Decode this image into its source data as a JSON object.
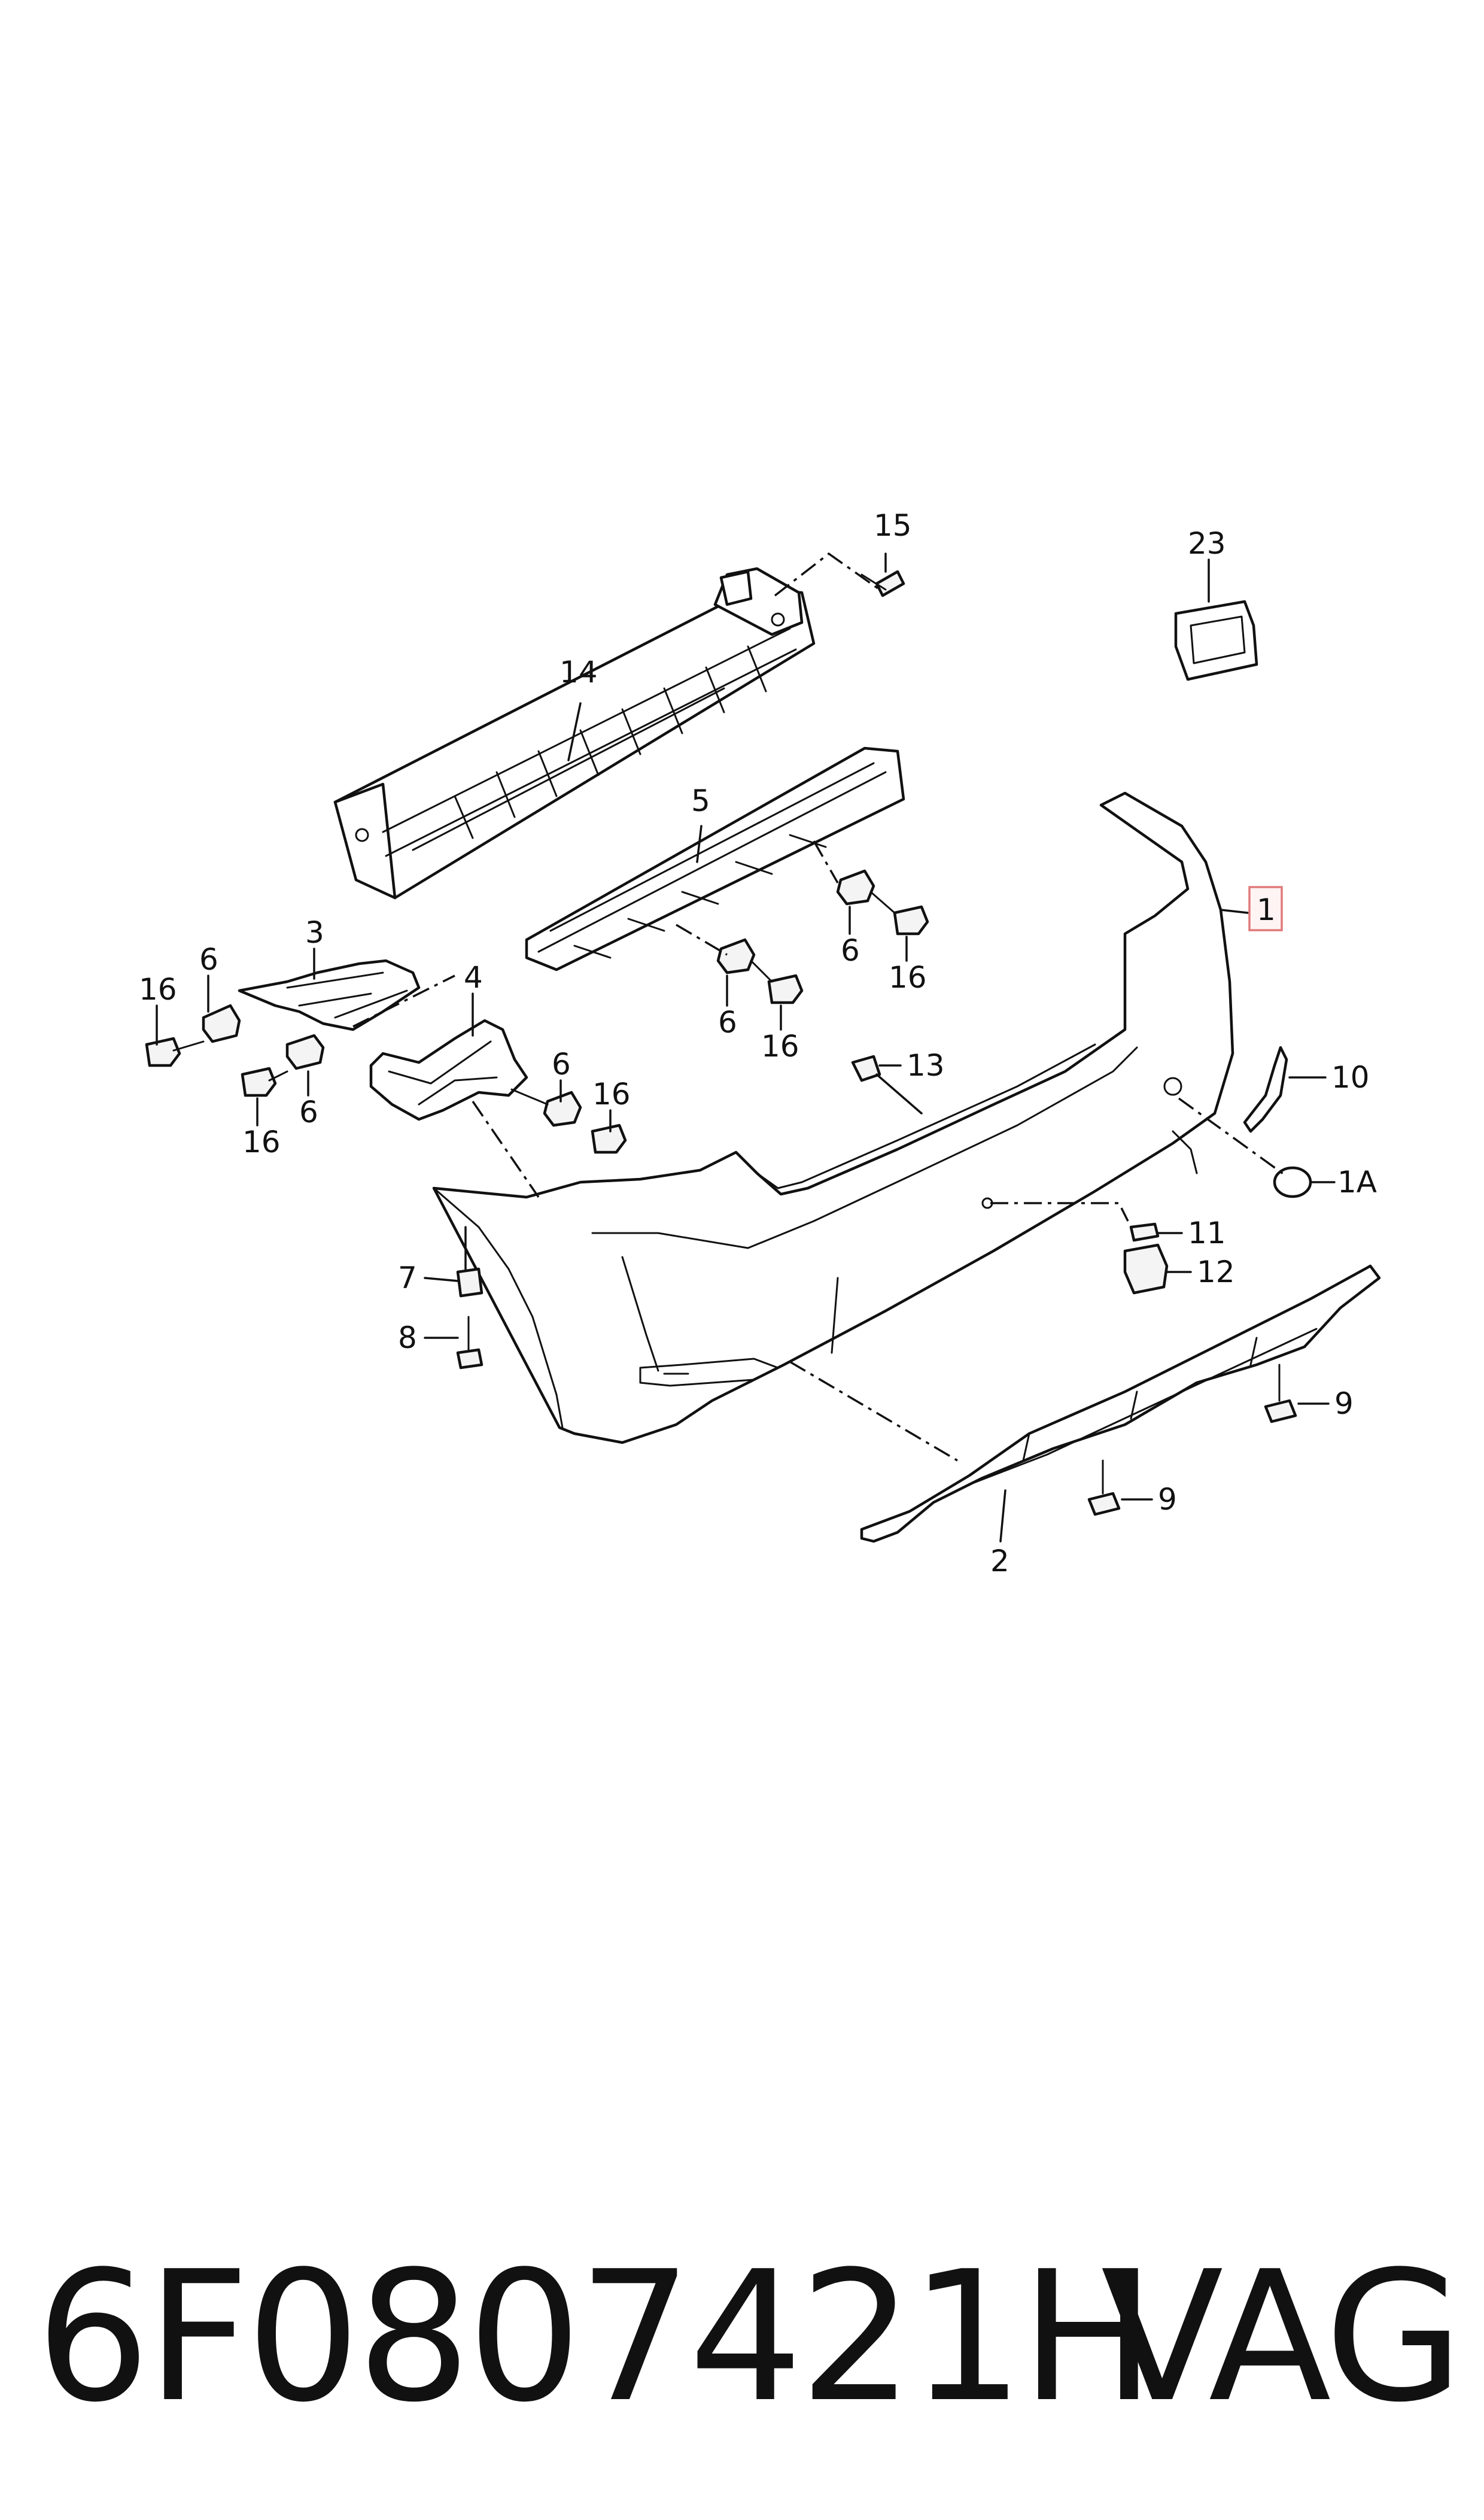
{
  "diagram": {
    "callouts": {
      "c15": "15",
      "c23": "23",
      "c14": "14",
      "c5": "5",
      "c1": "1",
      "c3": "3",
      "c4": "4",
      "c6a": "6",
      "c16a": "16",
      "c6b": "6",
      "c16b": "16",
      "c6c": "6",
      "c16c": "16",
      "c6d": "6",
      "c16d": "16",
      "c6e": "6",
      "c16e": "16",
      "c13": "13",
      "c10": "10",
      "c1A": "1A",
      "c11": "11",
      "c12": "12",
      "c7": "7",
      "c8": "8",
      "c9a": "9",
      "c9b": "9",
      "c2": "2"
    },
    "highlighted_callout": "1",
    "highlight_color": "#e07a7a"
  },
  "footer": {
    "part_number": "6F0807421H",
    "brand": "VAG"
  }
}
